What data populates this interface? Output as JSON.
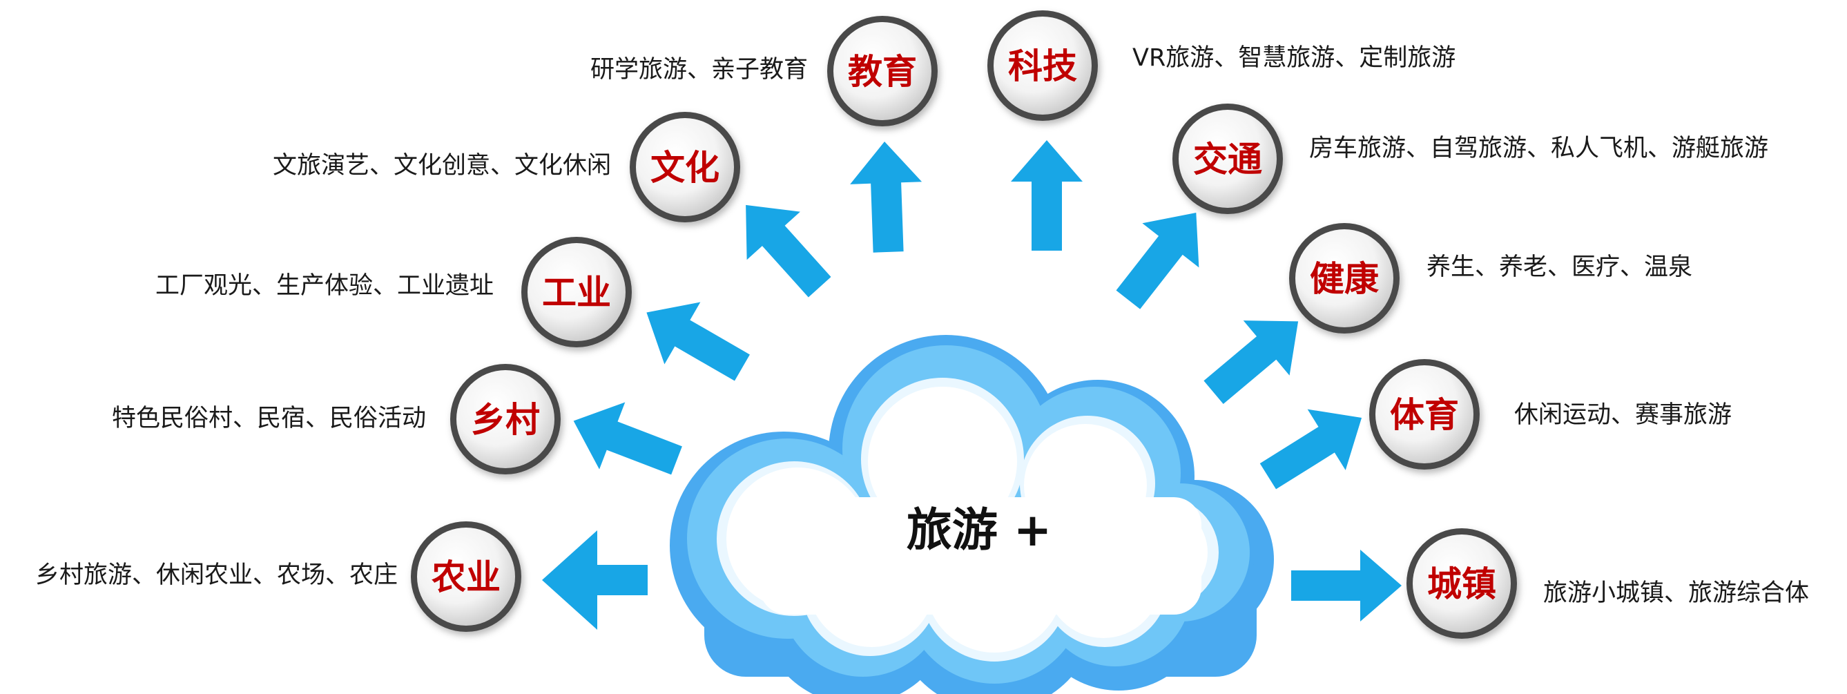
{
  "center": {
    "label": "旅游 +"
  },
  "colors": {
    "arrow": "#18a6e6",
    "title": "#c00000",
    "text": "#1a1a1a",
    "cloud_dark": "#4aaaf0",
    "cloud_mid": "#6fc6f7",
    "cloud_light": "#b3e2fb"
  },
  "nodes": [
    {
      "id": "nongye",
      "title": "农业",
      "desc": "乡村旅游、休闲农业、农场、农庄"
    },
    {
      "id": "xiangcun",
      "title": "乡村",
      "desc": "特色民俗村、民宿、民俗活动"
    },
    {
      "id": "gongye",
      "title": "工业",
      "desc": "工厂观光、生产体验、工业遗址"
    },
    {
      "id": "wenhua",
      "title": "文化",
      "desc": "文旅演艺、文化创意、文化休闲"
    },
    {
      "id": "jiaoyu",
      "title": "教育",
      "desc": "研学旅游、亲子教育"
    },
    {
      "id": "keji",
      "title": "科技",
      "desc": "VR旅游、智慧旅游、定制旅游"
    },
    {
      "id": "jiaotong",
      "title": "交通",
      "desc": "房车旅游、自驾旅游、私人飞机、游艇旅游"
    },
    {
      "id": "jiankang",
      "title": "健康",
      "desc": "养生、养老、医疗、温泉"
    },
    {
      "id": "tiyu",
      "title": "体育",
      "desc": "休闲运动、赛事旅游"
    },
    {
      "id": "chengzhen",
      "title": "城镇",
      "desc": "旅游小城镇、旅游综合体"
    }
  ]
}
